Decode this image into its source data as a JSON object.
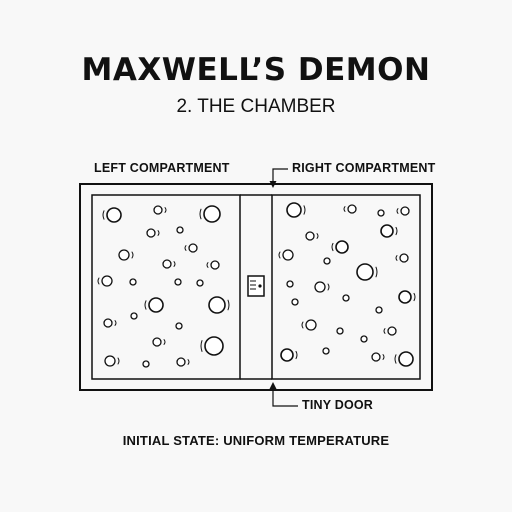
{
  "header": {
    "title": "MAXWELL’S DEMON",
    "subtitle": "2. THE CHAMBER"
  },
  "labels": {
    "left": "LEFT COMPARTMENT",
    "right": "RIGHT COMPARTMENT",
    "door": "TINY DOOR",
    "caption": "INITIAL STATE: UNIFORM TEMPERATURE"
  },
  "colors": {
    "ink": "#111111",
    "paper": "#f8f8f8"
  },
  "icons": {
    "door": "door-icon",
    "arrow": "arrow-icon",
    "particle": "gas-molecule-icon"
  }
}
